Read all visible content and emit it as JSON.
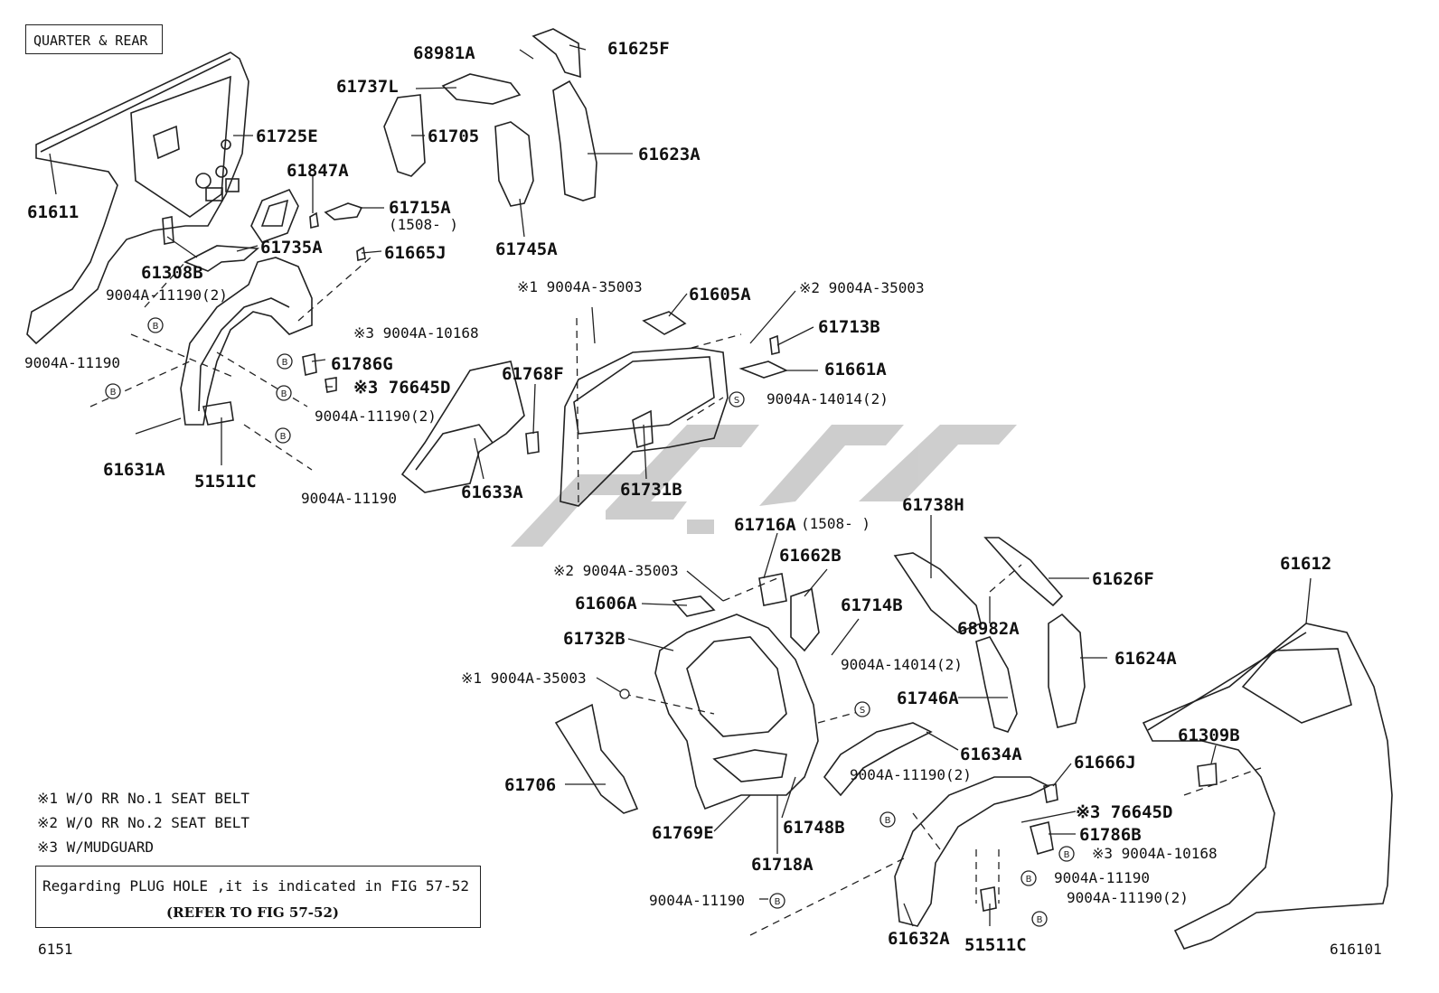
{
  "title": "QUARTER & REAR",
  "fig_left": "6151",
  "fig_right": "616101",
  "notes": [
    "※1 W/O RR No.1 SEAT BELT",
    "※2 W/O RR No.2 SEAT BELT",
    "※3 W/MUDGUARD"
  ],
  "plug_note": {
    "line1": "Regarding PLUG HOLE ,it is indicated in FIG 57-52",
    "line2": "(REFER TO FIG 57-52)"
  },
  "callout_letters": {
    "b": "B",
    "s": "S"
  },
  "colors": {
    "ink": "#111111",
    "watermark": "#bdbdbd"
  },
  "parts": {
    "p61611": "61611",
    "p61725E": "61725E",
    "p61847A": "61847A",
    "p61715A": "61715A",
    "p61715A_note": "(1508-       )",
    "p61735A": "61735A",
    "p61665J": "61665J",
    "p61308B": "61308B",
    "p9004A_11190_2_a": "9004A-11190(2)",
    "p9004A_11190_a": "9004A-11190",
    "p9004A_10168_a": "※3 9004A-10168",
    "p61786G": "61786G",
    "p76645D_a": "※3 76645D",
    "p9004A_11190_2_b": "9004A-11190(2)",
    "p9004A_11190_b": "9004A-11190",
    "p61631A": "61631A",
    "p51511C_a": "51511C",
    "p68981A": "68981A",
    "p61625F": "61625F",
    "p61737L": "61737L",
    "p61705": "61705",
    "p61623A": "61623A",
    "p61745A": "61745A",
    "p9004A_35003_1a": "※1 9004A-35003",
    "p61605A": "61605A",
    "p9004A_35003_2a": "※2 9004A-35003",
    "p61713B": "61713B",
    "p61661A": "61661A",
    "p61768F": "61768F",
    "p9004A_14014_2a": "9004A-14014(2)",
    "p61633A": "61633A",
    "p61731B": "61731B",
    "p61716A": "61716A",
    "p61716A_note": "(1508-       )",
    "p61738H": "61738H",
    "p61662B": "61662B",
    "p9004A_35003_2b": "※2 9004A-35003",
    "p61626F": "61626F",
    "p61606A": "61606A",
    "p61714B": "61714B",
    "p68982A": "68982A",
    "p61732B": "61732B",
    "p61624A": "61624A",
    "p9004A_14014_2b": "9004A-14014(2)",
    "p9004A_35003_1b": "※1 9004A-35003",
    "p61746A": "61746A",
    "p61612": "61612",
    "p61309B": "61309B",
    "p61634A": "61634A",
    "p61666J": "61666J",
    "p61706": "61706",
    "p9004A_11190_2_c": "9004A-11190(2)",
    "p76645D_b": "※3 76645D",
    "p61786B": "61786B",
    "p61769E": "61769E",
    "p61748B": "61748B",
    "p9004A_10168_b": "※3 9004A-10168",
    "p61718A": "61718A",
    "p9004A_11190_c": "9004A-11190",
    "p9004A_11190_d": "9004A-11190",
    "p9004A_11190_2_d": "9004A-11190(2)",
    "p61632A": "61632A",
    "p51511C_b": "51511C"
  }
}
